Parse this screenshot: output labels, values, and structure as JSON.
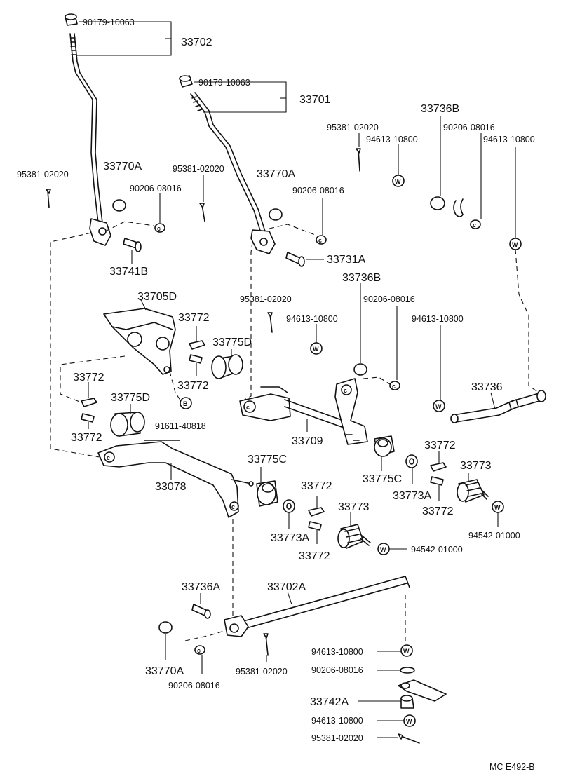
{
  "diagram": {
    "code": "MC  E492-B",
    "labels": {
      "l_33702": "33702",
      "l_90179_a": "90179-10063",
      "l_33701": "33701",
      "l_90179_b": "90179-10063",
      "l_33736B_top": "33736B",
      "l_95381_tr": "95381-02020",
      "l_94613_tr1": "94613-10800",
      "l_90206_tr": "90206-08016",
      "l_94613_tr2": "94613-10800",
      "l_95381_left": "95381-02020",
      "l_33770A_1": "33770A",
      "l_90206_1": "90206-08016",
      "l_95381_mid": "95381-02020",
      "l_33770A_2": "33770A",
      "l_90206_2": "90206-08016",
      "l_33741B": "33741B",
      "l_33731A": "33731A",
      "l_33736B_mid": "33736B",
      "l_33705D": "33705D",
      "l_95381_c": "95381-02020",
      "l_90206_c": "90206-08016",
      "l_33772_a": "33772",
      "l_94613_c": "94613-10800",
      "l_94613_r": "94613-10800",
      "l_33775D_a": "33775D",
      "l_33772_b": "33772",
      "l_33772_c": "33772",
      "l_33775D_b": "33775D",
      "l_33736": "33736",
      "l_91611": "91611-40818",
      "l_33772_d": "33772",
      "l_33709": "33709",
      "l_33772_e": "33772",
      "l_33773_a": "33773",
      "l_33775C_a": "33775C",
      "l_33078": "33078",
      "l_33775C_b": "33775C",
      "l_33773A_a": "33773A",
      "l_33772_f": "33772",
      "l_33772_g": "33772",
      "l_94542_a": "94542-01000",
      "l_33773_b": "33773",
      "l_33773A_b": "33773A",
      "l_94542_b": "94542-01000",
      "l_33772_h": "33772",
      "l_33736A": "33736A",
      "l_33702A": "33702A",
      "l_33770A_3": "33770A",
      "l_90206_3": "90206-08016",
      "l_95381_bot": "95381-02020",
      "l_94613_b1": "94613-10800",
      "l_90206_b": "90206-08016",
      "l_33742A": "33742A",
      "l_94613_b2": "94613-10800",
      "l_95381_b2": "95381-02020"
    },
    "glyphs": {
      "washer_w": "W",
      "clip_c": "C",
      "bolt_b": "B"
    }
  }
}
